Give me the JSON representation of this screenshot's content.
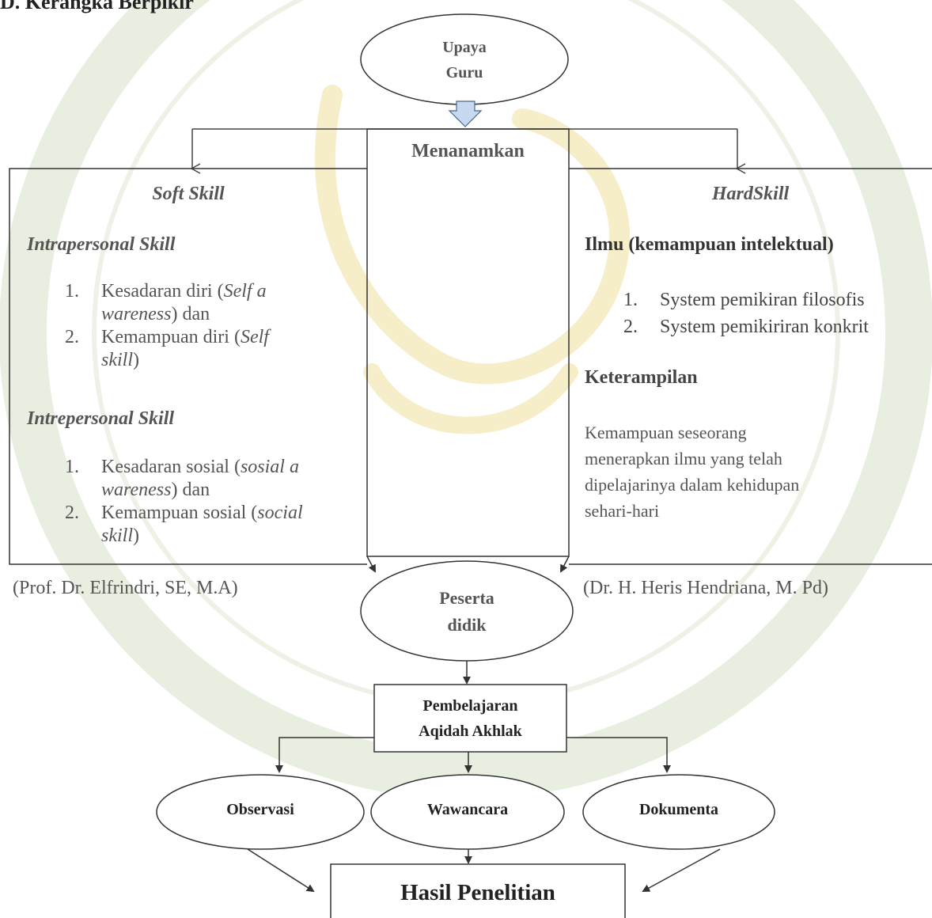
{
  "section_heading": "D. Kerangka Berpikir",
  "nodes": {
    "upaya_guru": "Upaya\nGuru",
    "menanamkan": "Menanamkan",
    "peserta_didik": "Peserta\ndidik",
    "pembelajaran": "Pembelajaran\nAqidah Akhlak",
    "observasi": "Observasi",
    "wawancara": "Wawancara",
    "dokumenta": "Dokumenta",
    "hasil": "Hasil Penelitian"
  },
  "soft_skill": {
    "title": "Soft Skill",
    "intrapersonal": {
      "heading": "Intrapersonal Skill",
      "items": [
        {
          "num": "1.",
          "pre": "Kesadaran diri (",
          "em": "Self a",
          "em2": "wareness",
          "post": ") dan"
        },
        {
          "num": "2.",
          "pre": "Kemampuan diri (",
          "em": "Self",
          "em2": "skill",
          "post": ")"
        }
      ]
    },
    "interpersonal": {
      "heading": "Intrepersonal Skill",
      "items": [
        {
          "num": "1.",
          "pre": "Kesadaran sosial (",
          "em": "sosial a",
          "em2": "wareness",
          "post": ") dan"
        },
        {
          "num": "2.",
          "pre": "Kemampuan sosial (",
          "em": "social",
          "em2": "skill",
          "post": ")"
        }
      ]
    },
    "source": "(Prof. Dr. Elfrindri, SE, M.A)"
  },
  "hard_skill": {
    "title": "HardSkill",
    "ilmu_heading": "Ilmu (kemampuan intelektual)",
    "ilmu_items": [
      {
        "num": "1.",
        "text": "System pemikiran filosofis"
      },
      {
        "num": "2.",
        "text": "System pemikiriran konkrit"
      }
    ],
    "keterampilan_heading": "Keterampilan",
    "keterampilan_lines": [
      "Kemampuan seseorang",
      "menerapkan ilmu yang telah",
      "dipelajarinya dalam kehidupan",
      "sehari-hari"
    ],
    "source": "(Dr. H. Heris Hendriana, M. Pd)"
  },
  "colors": {
    "line": "#333333",
    "box_text": "#222222",
    "arrow_fill": "#c6d9f1",
    "muted_text": "#555555",
    "watermark": "#e6ecd6",
    "watermark_gold": "#f5ecc0"
  }
}
